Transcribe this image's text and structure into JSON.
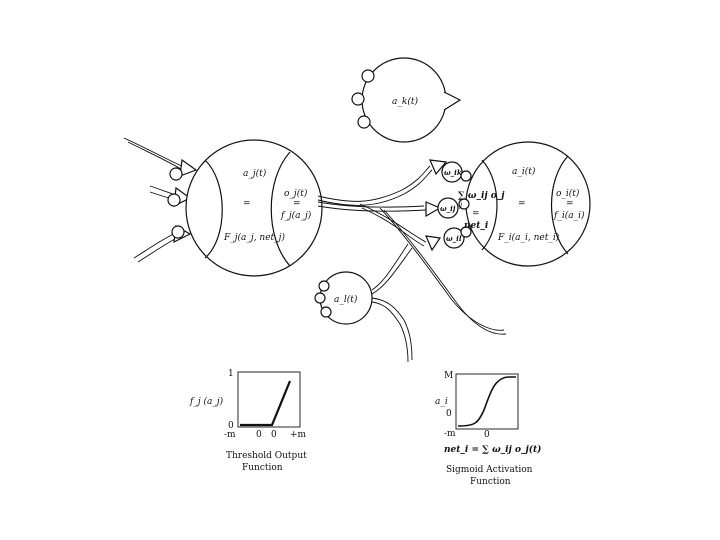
{
  "neuron_k": {
    "label": "a_k(t)"
  },
  "neuron_j": {
    "state": "a_j(t)",
    "eq": "=",
    "func": "F_j(a_j, net_j)",
    "out_top": "o_j(t)",
    "out_eq": "=",
    "out_bot": "f_j(a_j)"
  },
  "neuron_i": {
    "state": "a_i(t)",
    "eq": "=",
    "func": "F_i(a_i, net_i)",
    "out_top": "o_i(t)",
    "out_eq": "=",
    "out_bot": "f_i(a_i)",
    "sum_top": "∑ ω_ij o_j",
    "sum_sub": "j",
    "sum_eq": "=",
    "sum_bot": "net_i"
  },
  "synapses": {
    "w_ik": "ω_ik",
    "w_ij": "ω_ij",
    "w_il": "ω_il"
  },
  "neuron_l": {
    "label": "a_l(t)"
  },
  "threshold_plot": {
    "ylabel": "f_j (a_j)",
    "ytick_top": "1",
    "ytick_bottom": "0",
    "xticks": [
      "-m",
      "0",
      "0",
      "+m"
    ],
    "caption_line1": "Threshold Output",
    "caption_line2": "Function"
  },
  "sigmoid_plot": {
    "ytick_top": "M",
    "ylabel": "a_i",
    "ytick_zero": "0",
    "ytick_bottom": "-m",
    "xtick_zero": "0",
    "xlabel": "net_i = ∑ ω_ij o_j(t)",
    "caption_line1": "Sigmoid Activation",
    "caption_line2": "Function"
  }
}
